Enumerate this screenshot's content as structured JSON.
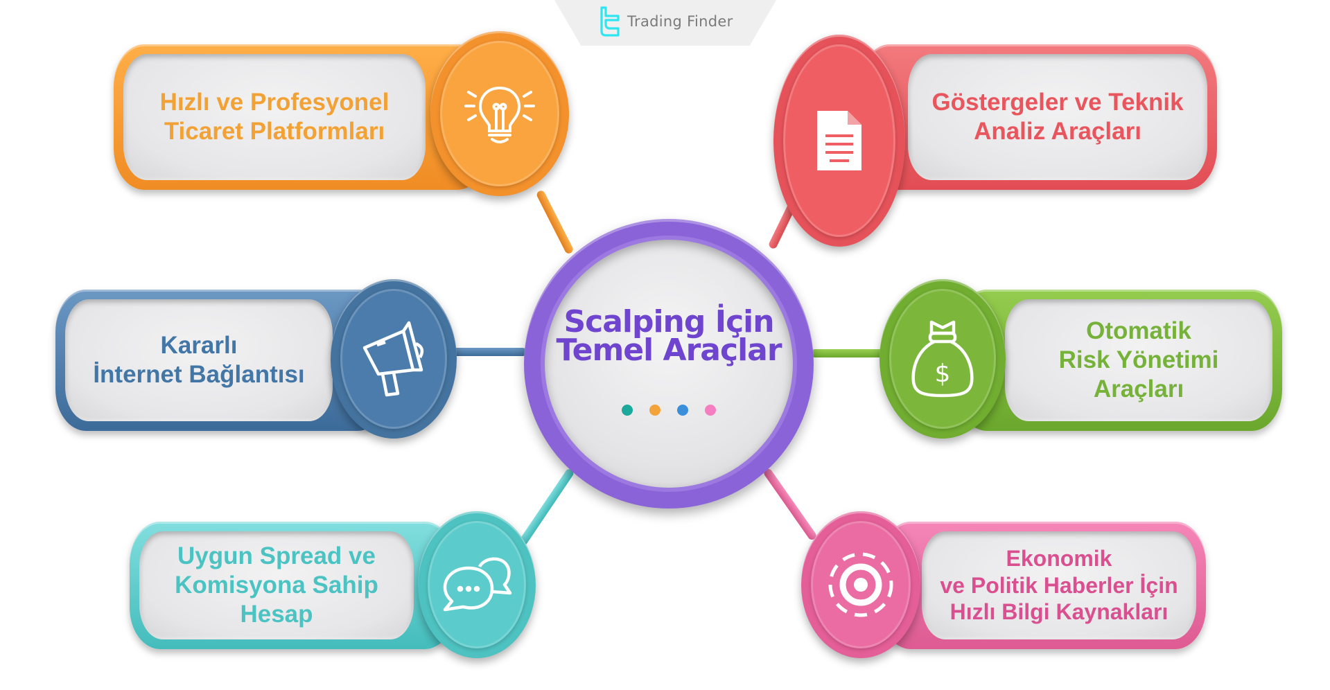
{
  "header": {
    "brand_name": "Trading Finder",
    "brand_icon": "trading-finder-logo-icon",
    "brand_color": "#2ee6f0"
  },
  "center": {
    "title_line1": "Scalping İçin",
    "title_line2": "Temel Araçlar",
    "color": "#6f45cf",
    "ring_color": "#8a63d8",
    "dots": [
      "#1aa99a",
      "#f3a33a",
      "#3a8fdb",
      "#f57ec0"
    ]
  },
  "nodes": [
    {
      "id": "orange",
      "lines": [
        "Hızlı ve Profesyonel",
        "Ticaret Platformları"
      ],
      "icon": "lightbulb-icon",
      "color": "#f59b31",
      "text_color": "#f2a134"
    },
    {
      "id": "red",
      "lines": [
        "Göstergeler ve Teknik",
        "Analiz Araçları"
      ],
      "icon": "document-icon",
      "color": "#ea5a5f",
      "text_color": "#e9555c"
    },
    {
      "id": "blue",
      "lines": [
        "Kararlı",
        "İnternet Bağlantısı"
      ],
      "icon": "megaphone-icon",
      "color": "#4a7aa8",
      "text_color": "#4276a6"
    },
    {
      "id": "green",
      "lines": [
        "Otomatik",
        "Risk Yönetimi",
        "Araçları"
      ],
      "icon": "money-bag-icon",
      "color": "#7cb63a",
      "text_color": "#76b23a"
    },
    {
      "id": "teal",
      "lines": [
        "Uygun Spread ve",
        "Komisyona Sahip Hesap"
      ],
      "icon": "chat-bubbles-icon",
      "color": "#55c9c8",
      "text_color": "#4bc3c3"
    },
    {
      "id": "pink",
      "lines": [
        "Ekonomik",
        "ve Politik Haberler İçin",
        "Hızlı Bilgi Kaynakları"
      ],
      "icon": "target-icon",
      "color": "#e8689f",
      "text_color": "#d94f8f"
    }
  ]
}
